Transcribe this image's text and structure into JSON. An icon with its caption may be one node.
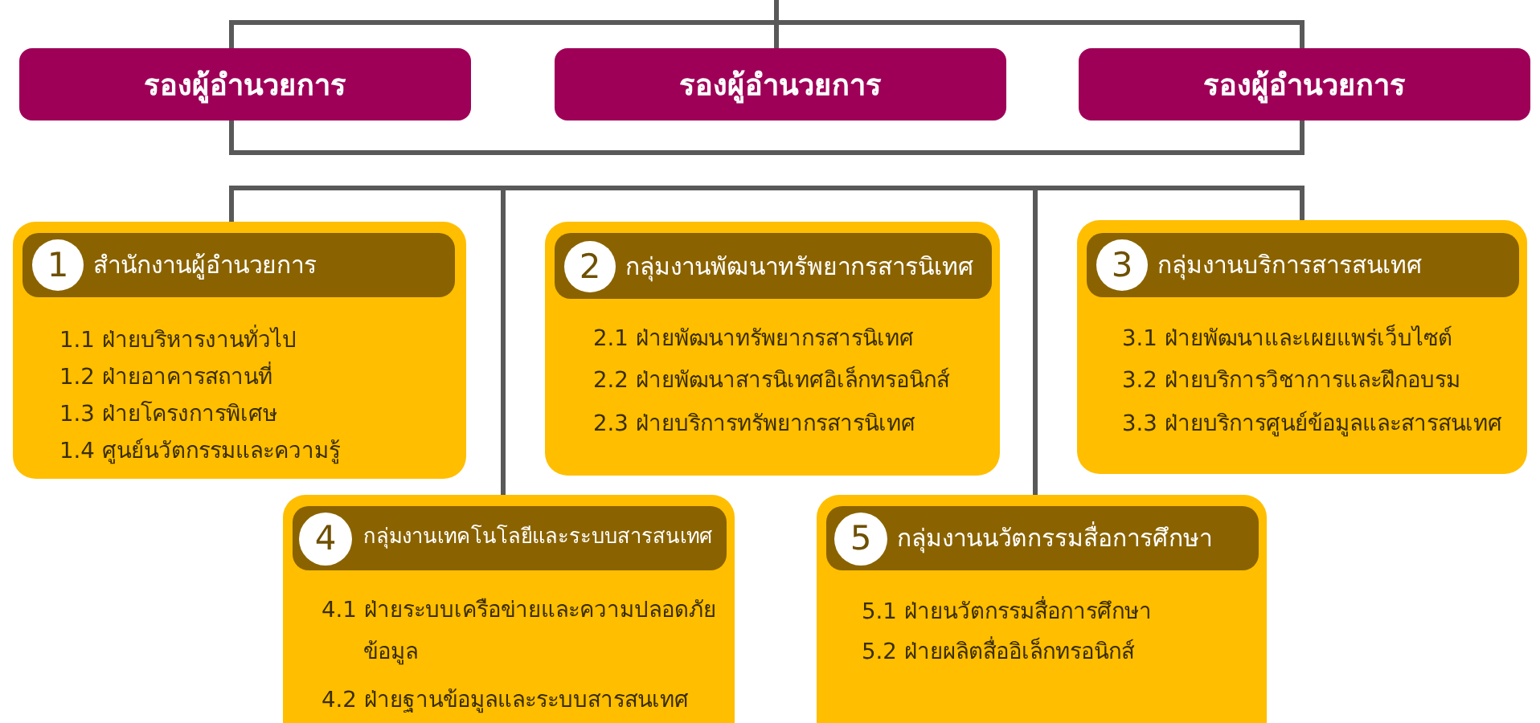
{
  "diagram": {
    "nodes": [
      {
        "text": [
          "รองผู้อำนวยการ"
        ]
      },
      {
        "text": [
          "รองผู้อำนวยการ"
        ]
      },
      {
        "text": [
          "รองผู้อำนวยการ"
        ]
      },
      {
        "text": [
          "1.1 ฝ่ายบริหารงานทั่วไป",
          "1.2 ฝ่ายอาคารสถานที่",
          "1.3 ฝ่ายโครงการพิเศษ",
          "1.4 ศูนย์นวัตกรรมและความรู้"
        ]
      },
      {
        "text": [
          "สำนักงานผู้อำนวยการ"
        ],
        "in": 3
      },
      {
        "text": [
          "1"
        ],
        "in": 4
      },
      {
        "text": [
          "2.1 ฝ่ายพัฒนาทรัพยากรสารนิเทศ",
          "2.2 ฝ่ายพัฒนาสารนิเทศอิเล็กทรอนิกส์",
          "2.3 ฝ่ายบริการทรัพยากรสารนิเทศ"
        ]
      },
      {
        "text": [
          "กลุ่มงานพัฒนาทรัพยากรสารนิเทศ"
        ],
        "in": 6
      },
      {
        "text": [
          "2"
        ],
        "in": 7
      },
      {
        "text": [
          "3.1 ฝ่ายพัฒนาและเผยแพร่เว็บไซต์",
          "3.2 ฝ่ายบริการวิชาการและฝึกอบรม",
          "3.3 ฝ่ายบริการศูนย์ข้อมูลและสารสนเทศ"
        ]
      },
      {
        "text": [
          "กลุ่มงานบริการสารสนเทศ"
        ],
        "in": 9
      },
      {
        "text": [
          "3"
        ],
        "in": 10
      },
      {
        "text": [
          "4.1 ฝ่ายระบบเครือข่ายและความปลอดภัยข้อมูล",
          "4.2 ฝ่ายฐานข้อมูลและระบบสารสนเทศ"
        ]
      },
      {
        "text": [
          "กลุ่มงานเทคโนโลยีและระบบสารสนเทศ"
        ],
        "in": 12
      },
      {
        "text": [
          "4"
        ],
        "in": 13
      },
      {
        "text": [
          "5.1 ฝ่ายนวัตกรรมสื่อการศึกษา",
          "5.2 ฝ่ายผลิตสื่ออิเล็กทรอนิกส์"
        ]
      },
      {
        "text": [
          "กลุ่มงานนวัตกรรมสื่อการศึกษา"
        ],
        "in": 15
      },
      {
        "text": [
          "5"
        ],
        "in": 16
      }
    ],
    "edges": [
      {
        "from": null,
        "to": 0,
        "arrow": "none"
      },
      {
        "from": null,
        "to": 1,
        "arrow": "none"
      },
      {
        "from": null,
        "to": 2,
        "arrow": "none"
      },
      {
        "from": 0,
        "to": 2,
        "arrow": "none"
      },
      {
        "from": 3,
        "to": 12,
        "arrow": "none"
      },
      {
        "from": 3,
        "to": 15,
        "arrow": "none"
      },
      {
        "from": 3,
        "to": 9,
        "arrow": "none"
      }
    ]
  }
}
